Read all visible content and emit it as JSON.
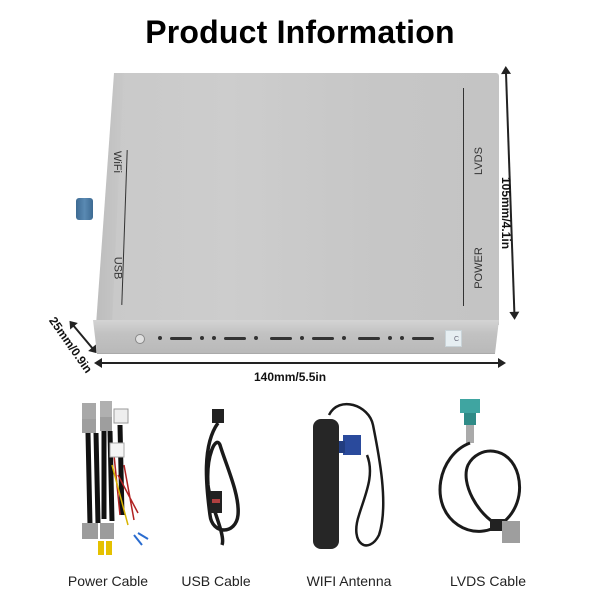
{
  "header": {
    "title": "Product Information"
  },
  "device": {
    "left_ports": [
      "WiFi",
      "USB"
    ],
    "right_ports": [
      "LVDS",
      "POWER"
    ],
    "colors": {
      "body": "#c9c9c9",
      "front": "#bfbfbf",
      "wifi_connector": "#4a78a0"
    }
  },
  "dimensions": {
    "width": "140mm/5.5in",
    "height": "105mm/4.1in",
    "depth": "25mm/0.9in"
  },
  "accessories": [
    {
      "label": "Power Cable",
      "icon": "power-cable-harness"
    },
    {
      "label": "USB Cable",
      "icon": "usb-cable"
    },
    {
      "label": "WIFI Antenna",
      "icon": "wifi-antenna"
    },
    {
      "label": "LVDS Cable",
      "icon": "lvds-cable"
    }
  ]
}
